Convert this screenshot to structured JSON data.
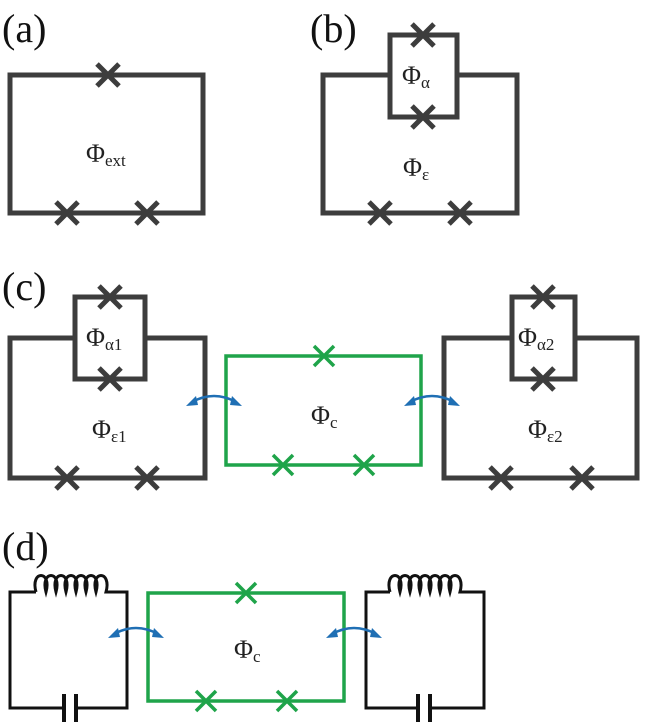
{
  "panels": {
    "a": {
      "label": "(a)",
      "flux": {
        "symbol": "Φ",
        "sub": "ext"
      }
    },
    "b": {
      "label": "(b)",
      "flux_alpha": {
        "symbol": "Φ",
        "sub": "α"
      },
      "flux_eps": {
        "symbol": "Φ",
        "sub": "ε"
      }
    },
    "c": {
      "label": "(c)",
      "flux_alpha1": {
        "symbol": "Φ",
        "sub": "α1"
      },
      "flux_eps1": {
        "symbol": "Φ",
        "sub": "ε1"
      },
      "flux_c": {
        "symbol": "Φ",
        "sub": "c"
      },
      "flux_alpha2": {
        "symbol": "Φ",
        "sub": "α2"
      },
      "flux_eps2": {
        "symbol": "Φ",
        "sub": "ε2"
      }
    },
    "d": {
      "label": "(d)",
      "flux_c": {
        "symbol": "Φ",
        "sub": "c"
      }
    }
  },
  "colors": {
    "dark_wire": "#3d3d3d",
    "coupler_green": "#1fa44a",
    "resonator_black": "#111111",
    "coupling_arrow": "#1f6fb4"
  }
}
